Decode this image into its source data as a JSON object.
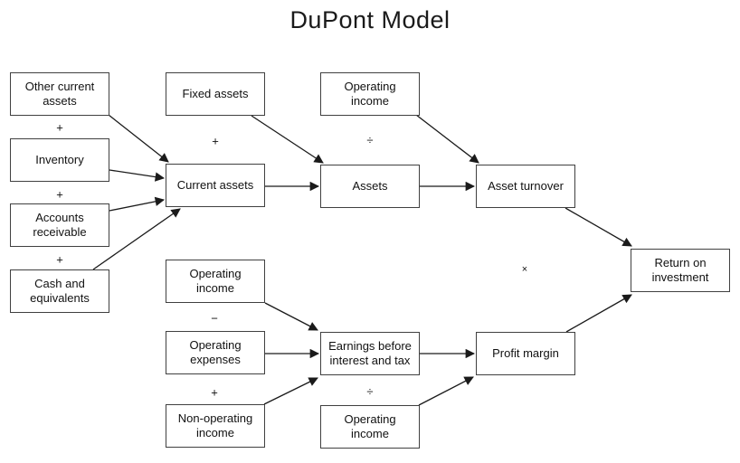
{
  "title": "DuPont Model",
  "nodes": {
    "other_current_assets": "Other current assets",
    "inventory": "Inventory",
    "accounts_receivable": "Accounts receivable",
    "cash_and_equivalents": "Cash and equivalents",
    "fixed_assets": "Fixed assets",
    "current_assets": "Current assets",
    "operating_income_top": "Operating income",
    "assets": "Assets",
    "asset_turnover": "Asset turnover",
    "operating_income_mid": "Operating income",
    "operating_expenses": "Operating expenses",
    "non_operating_income": "Non-operating income",
    "ebit": "Earnings before interest and tax",
    "profit_margin": "Profit margin",
    "operating_income_bottom": "Operating income",
    "return_on_investment": "Return on investment"
  },
  "operators": {
    "plus_other_current": "+",
    "plus_inventory": "+",
    "plus_accounts": "+",
    "plus_fixed": "+",
    "divide_top": "÷",
    "minus_expenses": "−",
    "plus_non_operating": "+",
    "divide_bottom": "÷",
    "multiply": "×"
  },
  "colors": {
    "background": "#ffffff",
    "box_border": "#404040",
    "arrow": "#1a1a1a",
    "text": "#111111"
  }
}
